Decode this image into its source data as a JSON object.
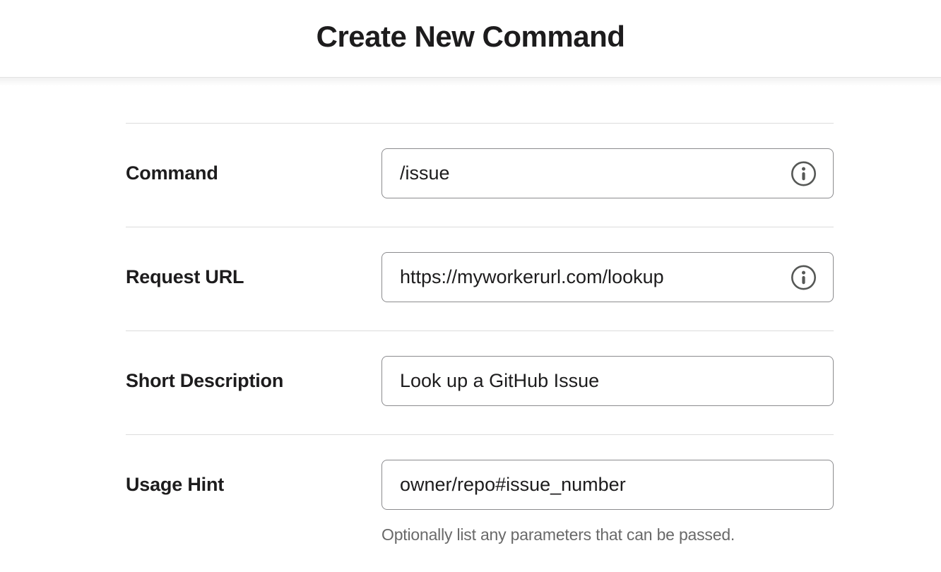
{
  "header": {
    "title": "Create New Command"
  },
  "form": {
    "fields": [
      {
        "id": "command",
        "label": "Command",
        "value": "/issue",
        "has_info_icon": true
      },
      {
        "id": "request-url",
        "label": "Request URL",
        "value": "https://myworkerurl.com/lookup",
        "has_info_icon": true
      },
      {
        "id": "short-description",
        "label": "Short Description",
        "value": "Look up a GitHub Issue",
        "has_info_icon": false
      },
      {
        "id": "usage-hint",
        "label": "Usage Hint",
        "value": "owner/repo#issue_number",
        "has_info_icon": false,
        "helper": "Optionally list any parameters that can be passed."
      }
    ]
  },
  "colors": {
    "text": "#1d1c1d",
    "input_border": "#8b8b8e",
    "row_divider": "#dcdcdc",
    "helper_text": "#696969",
    "info_icon": "#565856",
    "background": "#ffffff"
  }
}
